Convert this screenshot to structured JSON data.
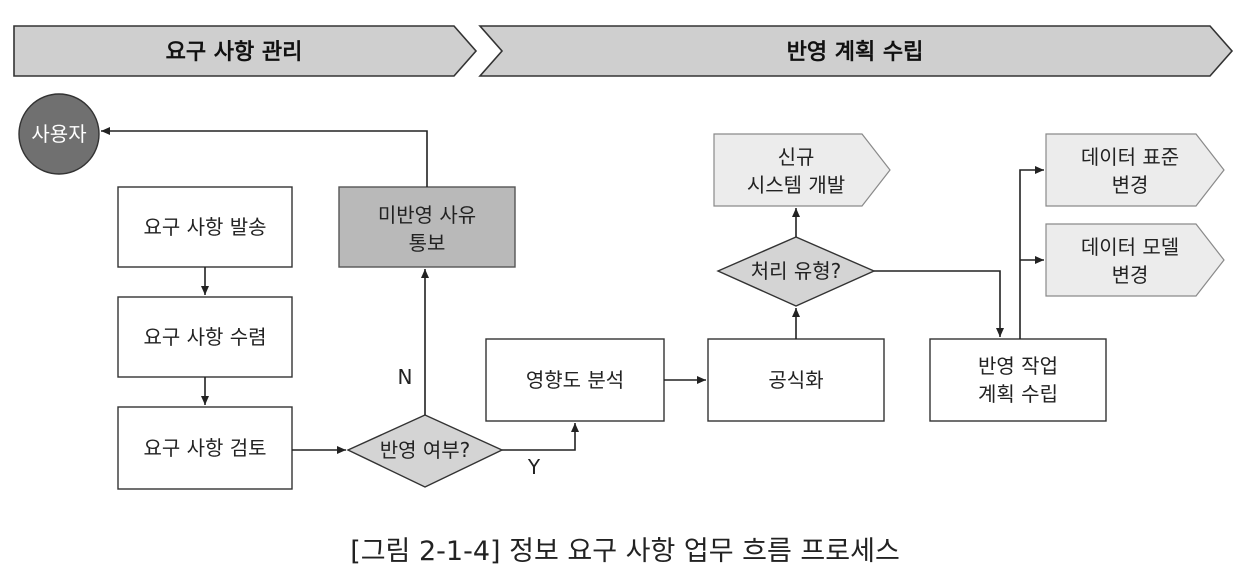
{
  "phases": {
    "requirements_mgmt": "요구 사항 관리",
    "reflection_plan": "반영 계획 수립"
  },
  "nodes": {
    "user": "사용자",
    "issue": "요구 사항 발송",
    "collect": "요구 사항 수렴",
    "review": "요구 사항 검토",
    "decision_reflect": "반영 여부?",
    "not_reflected": [
      "미반영 사유",
      "통보"
    ],
    "impact": "영향도 분석",
    "formalize": "공식화",
    "decision_type": "처리 유형?",
    "new_dev": [
      "신규",
      "시스템 개발"
    ],
    "plan": [
      "반영 작업",
      "계획 수립"
    ],
    "std_change": [
      "데이터 표준",
      "변경"
    ],
    "model_change": [
      "데이터 모델",
      "변경"
    ]
  },
  "edge_labels": {
    "no": "N",
    "yes": "Y"
  },
  "caption": "[그림 2-1-4] 정보 요구 사항 업무 흐름 프로세스",
  "colors": {
    "phase_fill": "#cfcfcf",
    "dark_box": "#b9b9b9",
    "user_circle": "#707070",
    "output_fill": "#ececec"
  }
}
